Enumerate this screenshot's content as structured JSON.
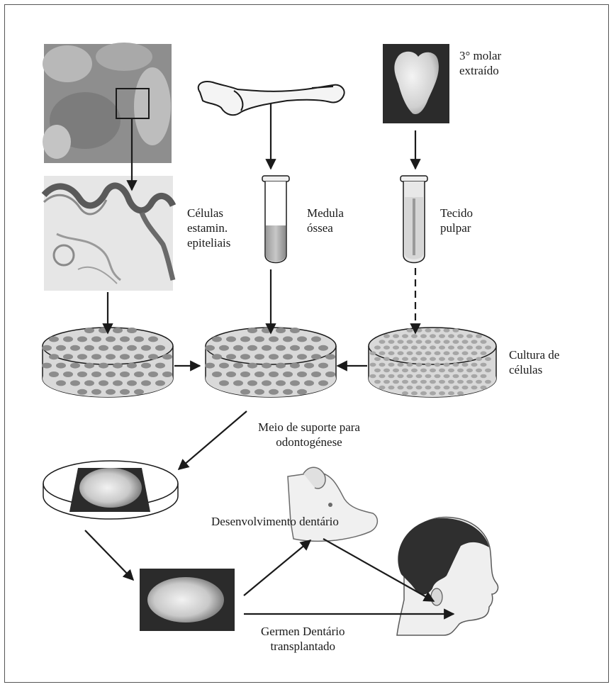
{
  "labels": {
    "molar": [
      "3° molar",
      "extraído"
    ],
    "epithelial": [
      "Células",
      "estamin.",
      "epiteliais"
    ],
    "marrow": [
      "Medula",
      "óssea"
    ],
    "pulp": [
      "Tecido",
      "pulpar"
    ],
    "culture": [
      "Cultura de",
      "células"
    ],
    "support": [
      "Meio de suporte para",
      "odontogénese"
    ],
    "development": "Desenvolvimento dentário",
    "germ": [
      "Germen Dentário",
      "transplantado"
    ]
  },
  "colors": {
    "line": "#1a1a1a",
    "dish_fill": "#d9d9d9",
    "cell_dark": "#8c8c8c",
    "cell_light": "#a6a6a6",
    "photo_dark": "#2b2b2b",
    "photo_mid": "#9a9a9a"
  },
  "icons": [
    "gum-tissue-photo",
    "femur-bone-icon",
    "molar-tooth-photo",
    "epithelium-histology-photo",
    "test-tube-icon",
    "petri-dish-icon",
    "tooth-germ-photo",
    "pig-head-icon",
    "human-head-icon"
  ]
}
